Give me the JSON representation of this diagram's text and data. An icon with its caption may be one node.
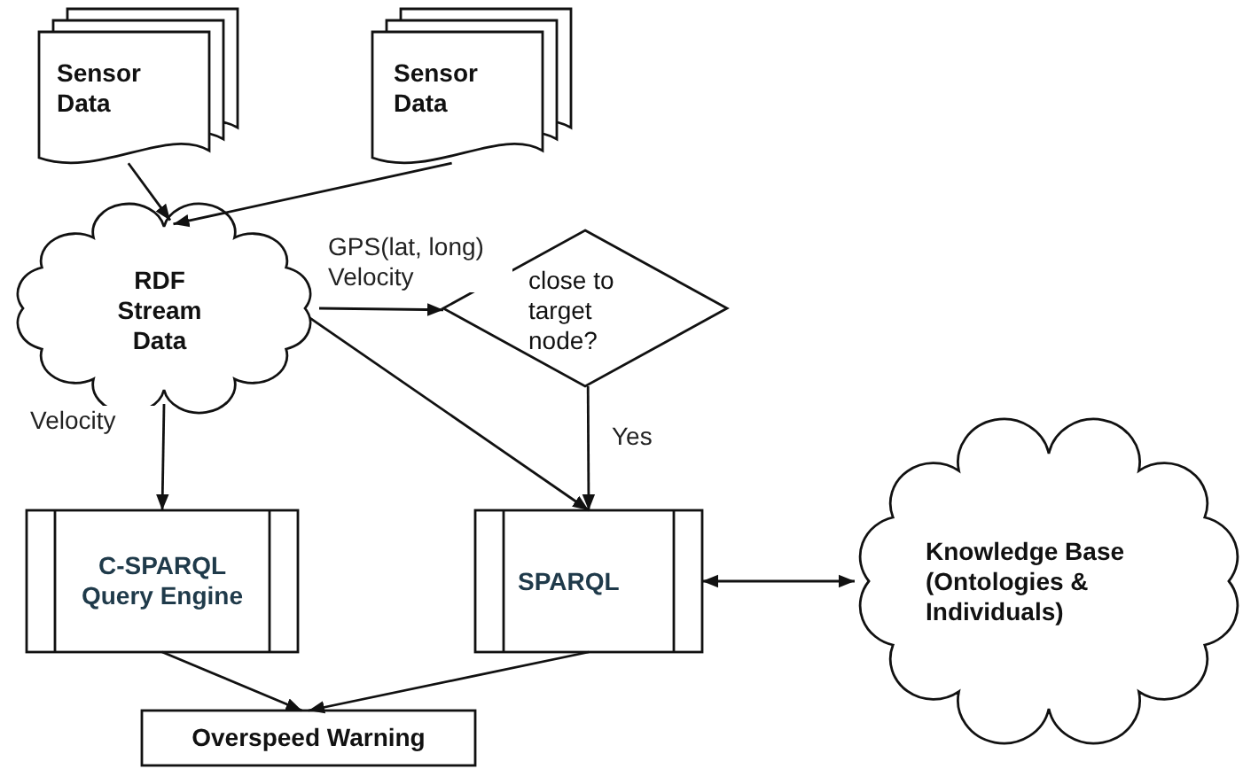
{
  "diagram": {
    "nodes": [
      {
        "text": [
          "Sensor Data"
        ]
      },
      {
        "text": [
          "Sensor Data"
        ]
      },
      {
        "text": [
          "RDF Stream Data"
        ]
      },
      {
        "text": [
          "close to target node?"
        ]
      },
      {
        "text": [
          "C-SPARQL Query Engine"
        ]
      },
      {
        "text": [
          "SPARQL"
        ]
      },
      {
        "text": [
          "Knowledge Base (Ontologies & Individuals)"
        ]
      },
      {
        "text": [
          "Overspeed Warning"
        ]
      }
    ],
    "edges": [
      {
        "from": 0,
        "to": 2,
        "arrow": "to"
      },
      {
        "from": 1,
        "to": 2,
        "arrow": "to"
      },
      {
        "from": 2,
        "to": 3,
        "arrow": "to",
        "label": "GPS(lat, long) Velocity"
      },
      {
        "from": 2,
        "to": 5,
        "arrow": "to"
      },
      {
        "from": 3,
        "to": 5,
        "arrow": "to",
        "label": "Yes"
      },
      {
        "from": 2,
        "to": 4,
        "arrow": "to",
        "label": "Velocity"
      },
      {
        "from": 5,
        "to": 6,
        "arrow": "both"
      },
      {
        "from": 4,
        "to": 7,
        "arrow": "to"
      },
      {
        "from": 5,
        "to": 7,
        "arrow": "to"
      }
    ]
  }
}
